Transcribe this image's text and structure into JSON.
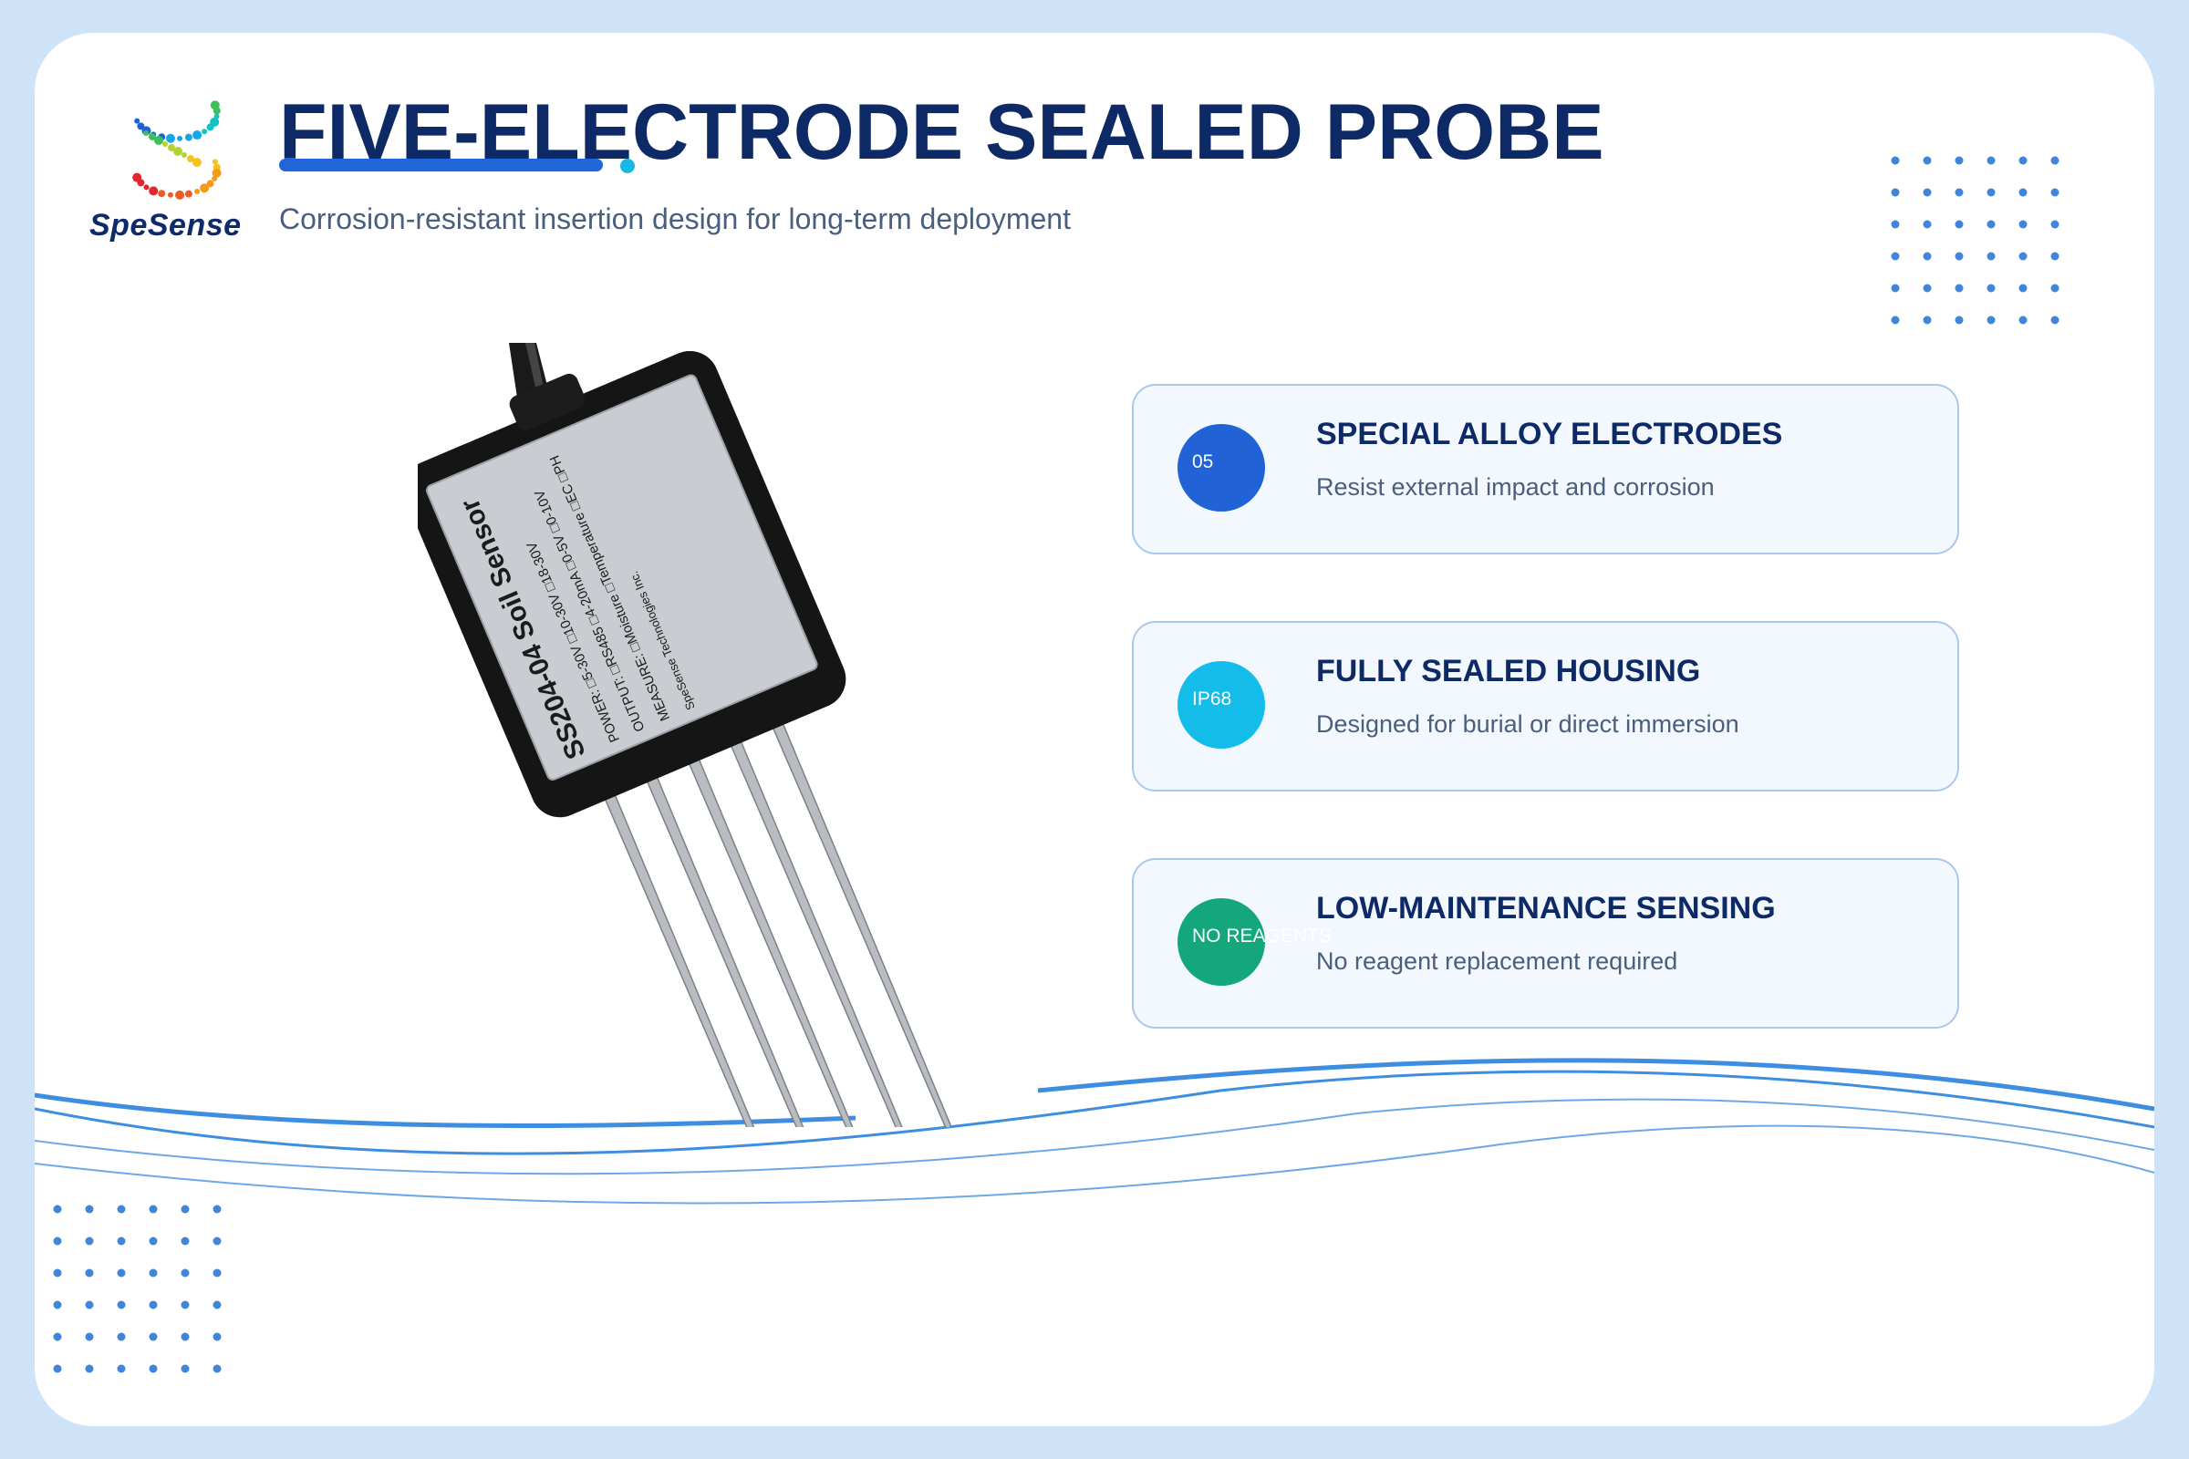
{
  "brand": {
    "name": "SpeSense"
  },
  "header": {
    "title": "FIVE-ELECTRODE SEALED PROBE",
    "subtitle": "Corrosion-resistant insertion design for long-term deployment"
  },
  "product": {
    "label_title": "SS204-04 Soil Sensor",
    "label_lines": [
      "POWER: □5-30V  □10-30V  □18-30V",
      "OUTPUT: □RS485  □4-20mA  □0-5V  □0-10V",
      "MEASURE: □Moisture  □Temperature  □EC  □PH",
      "SpeSense Technologies Inc."
    ]
  },
  "features": [
    {
      "badge": "05",
      "badge_color": "#2163d6",
      "title": "SPECIAL ALLOY ELECTRODES",
      "description": "Resist external impact and corrosion"
    },
    {
      "badge": "IP68",
      "badge_color": "#14bde9",
      "title": "FULLY SEALED HOUSING",
      "description": "Designed for burial or direct immersion"
    },
    {
      "badge": "NO REAGENTS",
      "badge_color": "#14a77c",
      "title": "LOW-MAINTENANCE SENSING",
      "description": "No reagent replacement required"
    }
  ],
  "colors": {
    "background": "#cfe3f8",
    "card": "#ffffff",
    "title": "#0e2a66",
    "accent": "#2166d9",
    "accent_dot": "#18b8e6",
    "wave": "#3d8ee0",
    "dots": "#3f86d8"
  }
}
